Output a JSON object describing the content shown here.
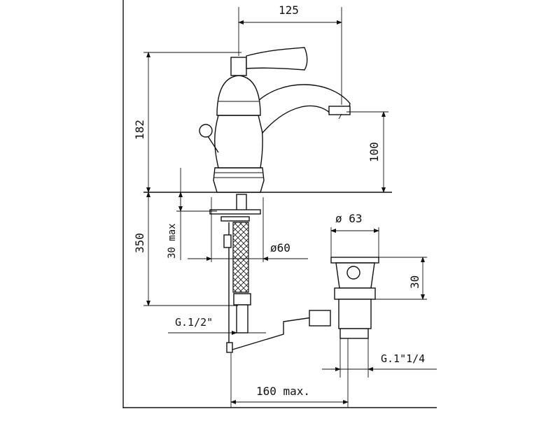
{
  "drawing": {
    "dimensions": {
      "spout_reach": "125",
      "total_height": "182",
      "spout_height": "100",
      "below_deck": "350",
      "deck_thickness": "30 max",
      "hole_diameter": "ø60",
      "inlet_thread": "G.1/2\"",
      "waste_diameter": "ø 63",
      "waste_height": "30",
      "waste_thread": "G.1\"1/4",
      "rod_length": "160 max."
    }
  }
}
